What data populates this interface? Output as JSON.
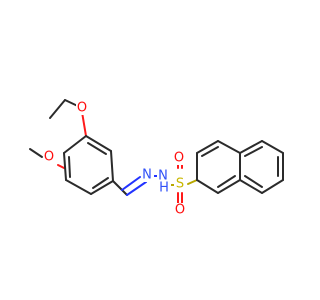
{
  "atoms": {
    "o_ethoxy": {
      "label": "O",
      "color": "#ff0d0d"
    },
    "o_methoxy": {
      "label": "O",
      "color": "#ff0d0d"
    },
    "n_imine": {
      "label": "N",
      "color": "#3050f8"
    },
    "n_amine": {
      "label": "N",
      "color": "#3050f8"
    },
    "h_amine": {
      "label": "H",
      "color": "#3050f8"
    },
    "s_sulfonyl": {
      "label": "S",
      "color": "#c9b800"
    },
    "o_sulfonyl_top": {
      "label": "O",
      "color": "#ff0d0d"
    },
    "o_sulfonyl_bottom": {
      "label": "O",
      "color": "#ff0d0d"
    }
  }
}
